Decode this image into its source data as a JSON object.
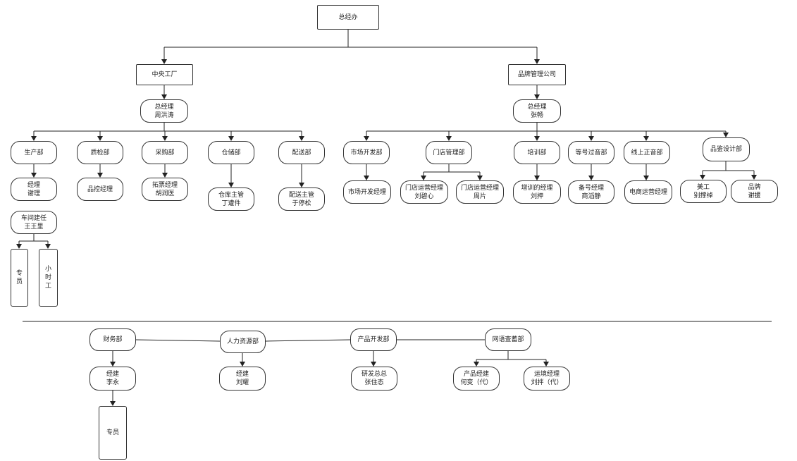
{
  "nodes": {
    "root": "总经办",
    "factory": "中央工厂",
    "brand": "品牌管理公司",
    "factory_gm": "总经理\n周洪涛",
    "brand_gm": "总经理\n张畅",
    "production": "生产部",
    "qc": "质检部",
    "purchase": "采购部",
    "warehouse": "仓储部",
    "delivery": "配送部",
    "marketing": "市场开发部",
    "store_mgmt": "门店管理部",
    "training": "培训部",
    "dept_d": "等号过音部",
    "online": "线上正音部",
    "design": "品鉴设计部",
    "prod_mgr": "经理\n谢理",
    "qc_mgr": "品控经理",
    "purchase_mgr": "拓票经理\n胡润医",
    "warehouse_mgr": "仓库主管\n丁遭件",
    "delivery_mgr": "配送主管\n于停松",
    "workshop": "车间建任\n王王里",
    "specialist": "专\n员",
    "hourly": "小\n时\n工",
    "market_mgr": "市场开发经理",
    "store_ops1": "门店运营经理\n刘碧心",
    "store_ops2": "门店运营经理\n周片",
    "training_mgr": "增训的经理\n刘押",
    "dept_d_mgr": "备号经理\n商滔静",
    "ecom_mgr": "电商运营经理",
    "art": "美工\n别撑绰",
    "brand_staff": "品牌\n谢援",
    "finance": "财务部",
    "hr": "人力资源部",
    "product_dev": "产品开发部",
    "network": "网语查蓄部",
    "finance_mgr": "经建\n李永",
    "hr_mgr": "经建\n刘耀",
    "rd": "研发总总\n张住态",
    "product_mgr": "产品经建\n何变（代）",
    "ops_mgr": "运境经理\n刘拌（代）",
    "finance_staff": "专员"
  }
}
